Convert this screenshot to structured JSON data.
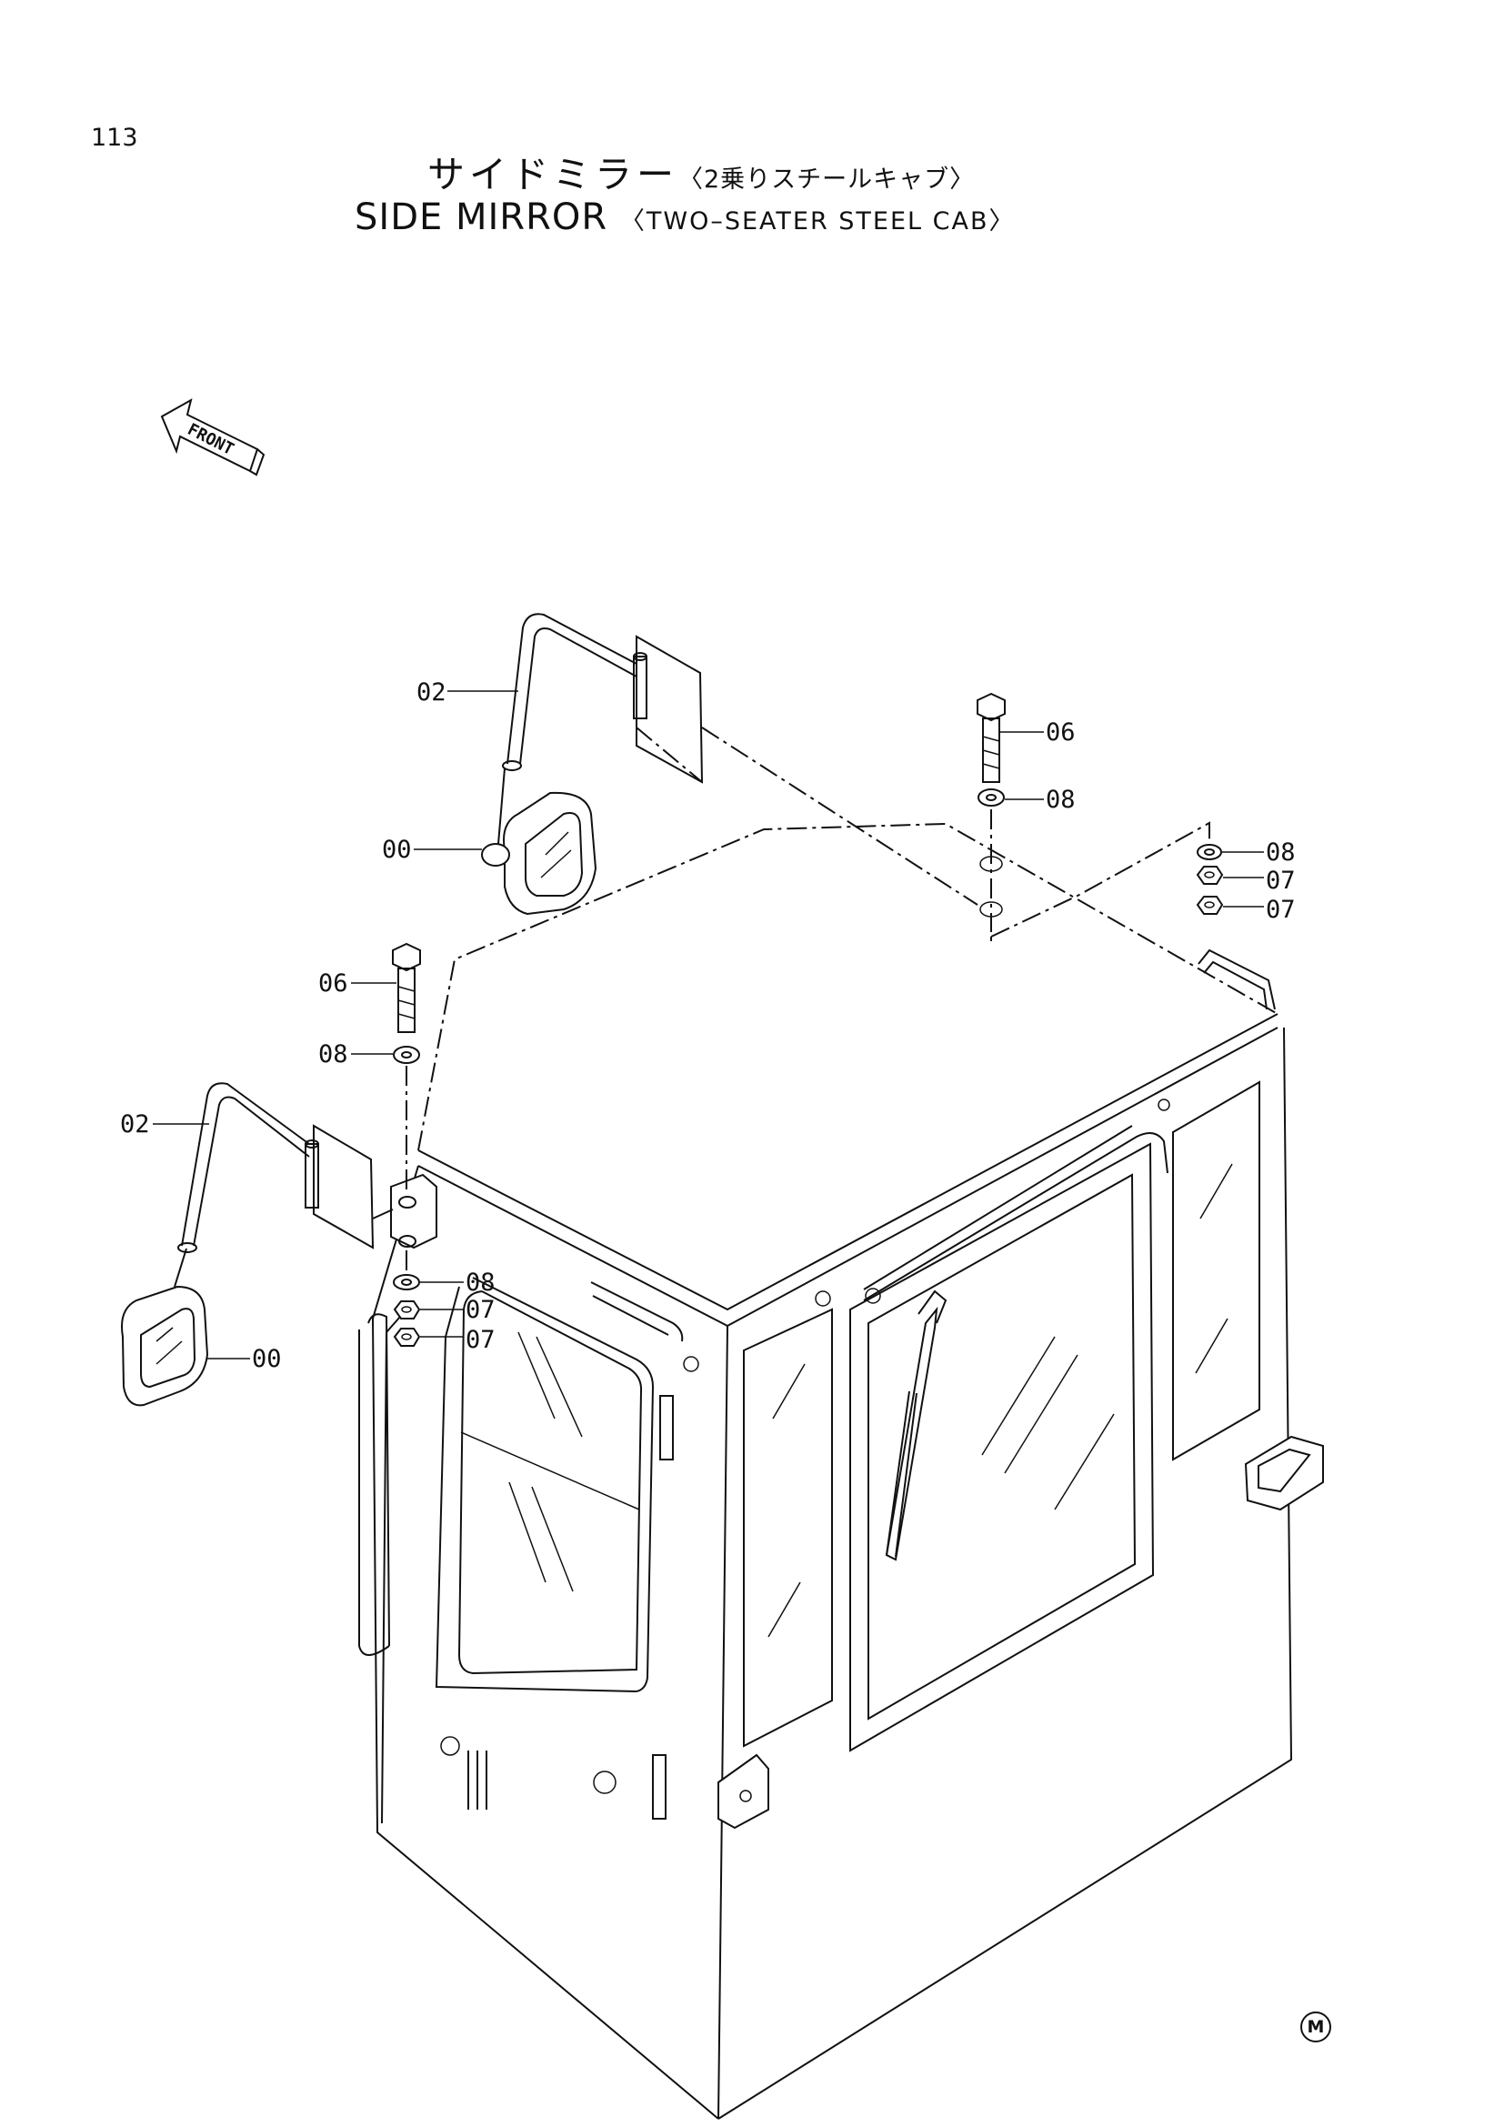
{
  "page_number": "113",
  "title_jp": {
    "main": "サイドミラー",
    "sub": "〈2乗りスチールキャブ〉"
  },
  "title_en": {
    "main": "SIDE MIRROR",
    "sub": "〈TWO–SEATER STEEL CAB〉"
  },
  "front_arrow_label": "FRONT",
  "callouts": {
    "upper_mirror_arm": "02",
    "upper_mirror": "00",
    "upper_bolt": "06",
    "upper_washer": "08",
    "right_washer": "08",
    "right_nut_1": "07",
    "right_nut_2": "07",
    "left_bolt": "06",
    "left_washer_top": "08",
    "left_mirror_arm": "02",
    "left_washer_bottom": "08",
    "left_nut_1": "07",
    "left_nut_2": "07",
    "left_mirror": "00"
  },
  "mark": "M"
}
